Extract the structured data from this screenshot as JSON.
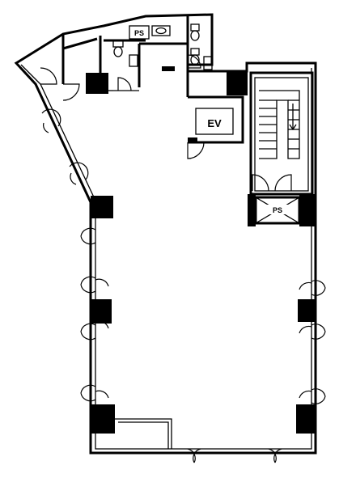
{
  "labels": {
    "ps_top": "PS",
    "ev": "EV",
    "ps_bottom": "PS"
  },
  "colors": {
    "line": "#000000",
    "background": "#ffffff"
  }
}
